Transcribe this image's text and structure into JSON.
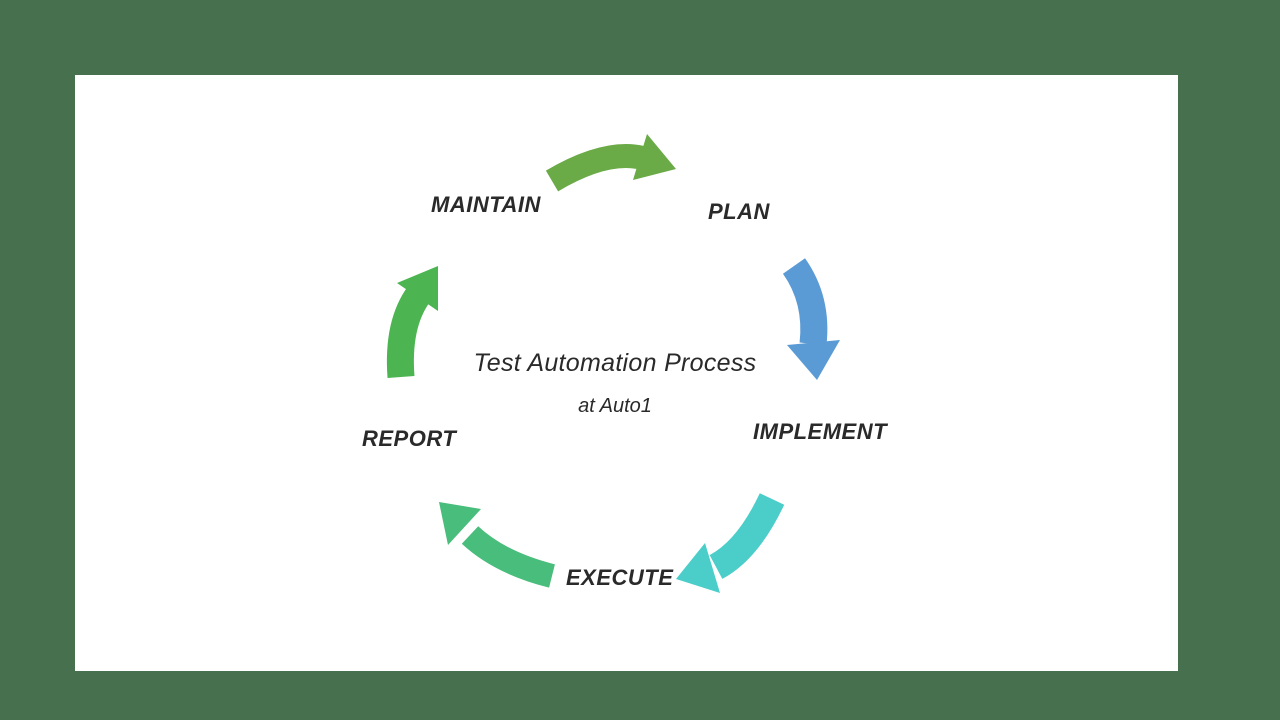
{
  "canvas": {
    "background_color": "#47714e",
    "panel_color": "#ffffff",
    "text_color": "#2a2a2a"
  },
  "title": {
    "line1": "Test Automation Process",
    "line2": "at Auto1"
  },
  "stages": [
    {
      "id": "maintain",
      "label": "MAINTAIN"
    },
    {
      "id": "plan",
      "label": "PLAN"
    },
    {
      "id": "implement",
      "label": "IMPLEMENT"
    },
    {
      "id": "execute",
      "label": "EXECUTE"
    },
    {
      "id": "report",
      "label": "REPORT"
    }
  ],
  "arrows": [
    {
      "name": "maintain-to-plan",
      "color": "#6aaa47"
    },
    {
      "name": "plan-to-implement",
      "color": "#5b9bd5"
    },
    {
      "name": "implement-to-execute",
      "color": "#4bcec9"
    },
    {
      "name": "execute-to-report",
      "color": "#49bd7c"
    },
    {
      "name": "report-to-maintain",
      "color": "#4cb551"
    }
  ]
}
